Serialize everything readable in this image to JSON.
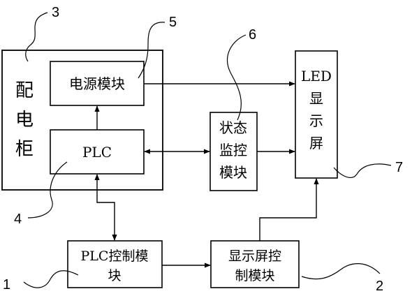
{
  "cabinet": {
    "chars": [
      "配",
      "电",
      "柜"
    ]
  },
  "power_module": {
    "label": "电源模块"
  },
  "plc": {
    "label": "PLC"
  },
  "status_module": {
    "lines": [
      "状态",
      "监控",
      "模块"
    ]
  },
  "led_screen": {
    "lines": [
      "LED",
      "显",
      "示",
      "屏"
    ]
  },
  "plc_control": {
    "lines": [
      "PLC控制模",
      "块"
    ]
  },
  "display_control": {
    "lines": [
      "显示屏控",
      "制模块"
    ]
  },
  "callouts": {
    "n1": "1",
    "n2": "2",
    "n3": "3",
    "n4": "4",
    "n5": "5",
    "n6": "6",
    "n7": "7"
  }
}
